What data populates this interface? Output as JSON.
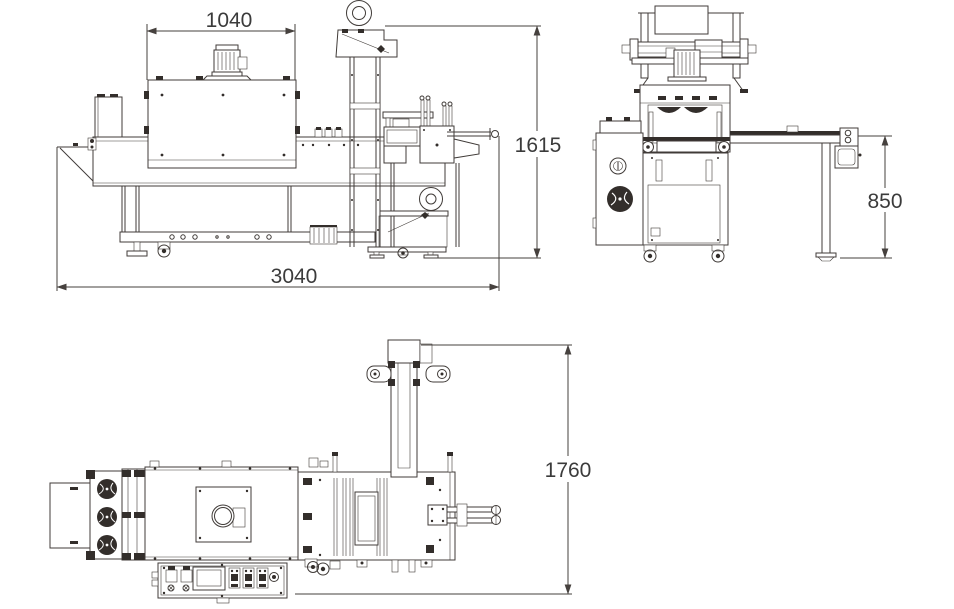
{
  "drawing": {
    "background": "#ffffff",
    "line_color": "#403b38",
    "dark_fill": "#332e2b",
    "dimensions": {
      "tunnel_width": "1040",
      "overall_height": "1615",
      "overall_length": "3040",
      "conveyor_height": "850",
      "overall_depth": "1760"
    }
  }
}
